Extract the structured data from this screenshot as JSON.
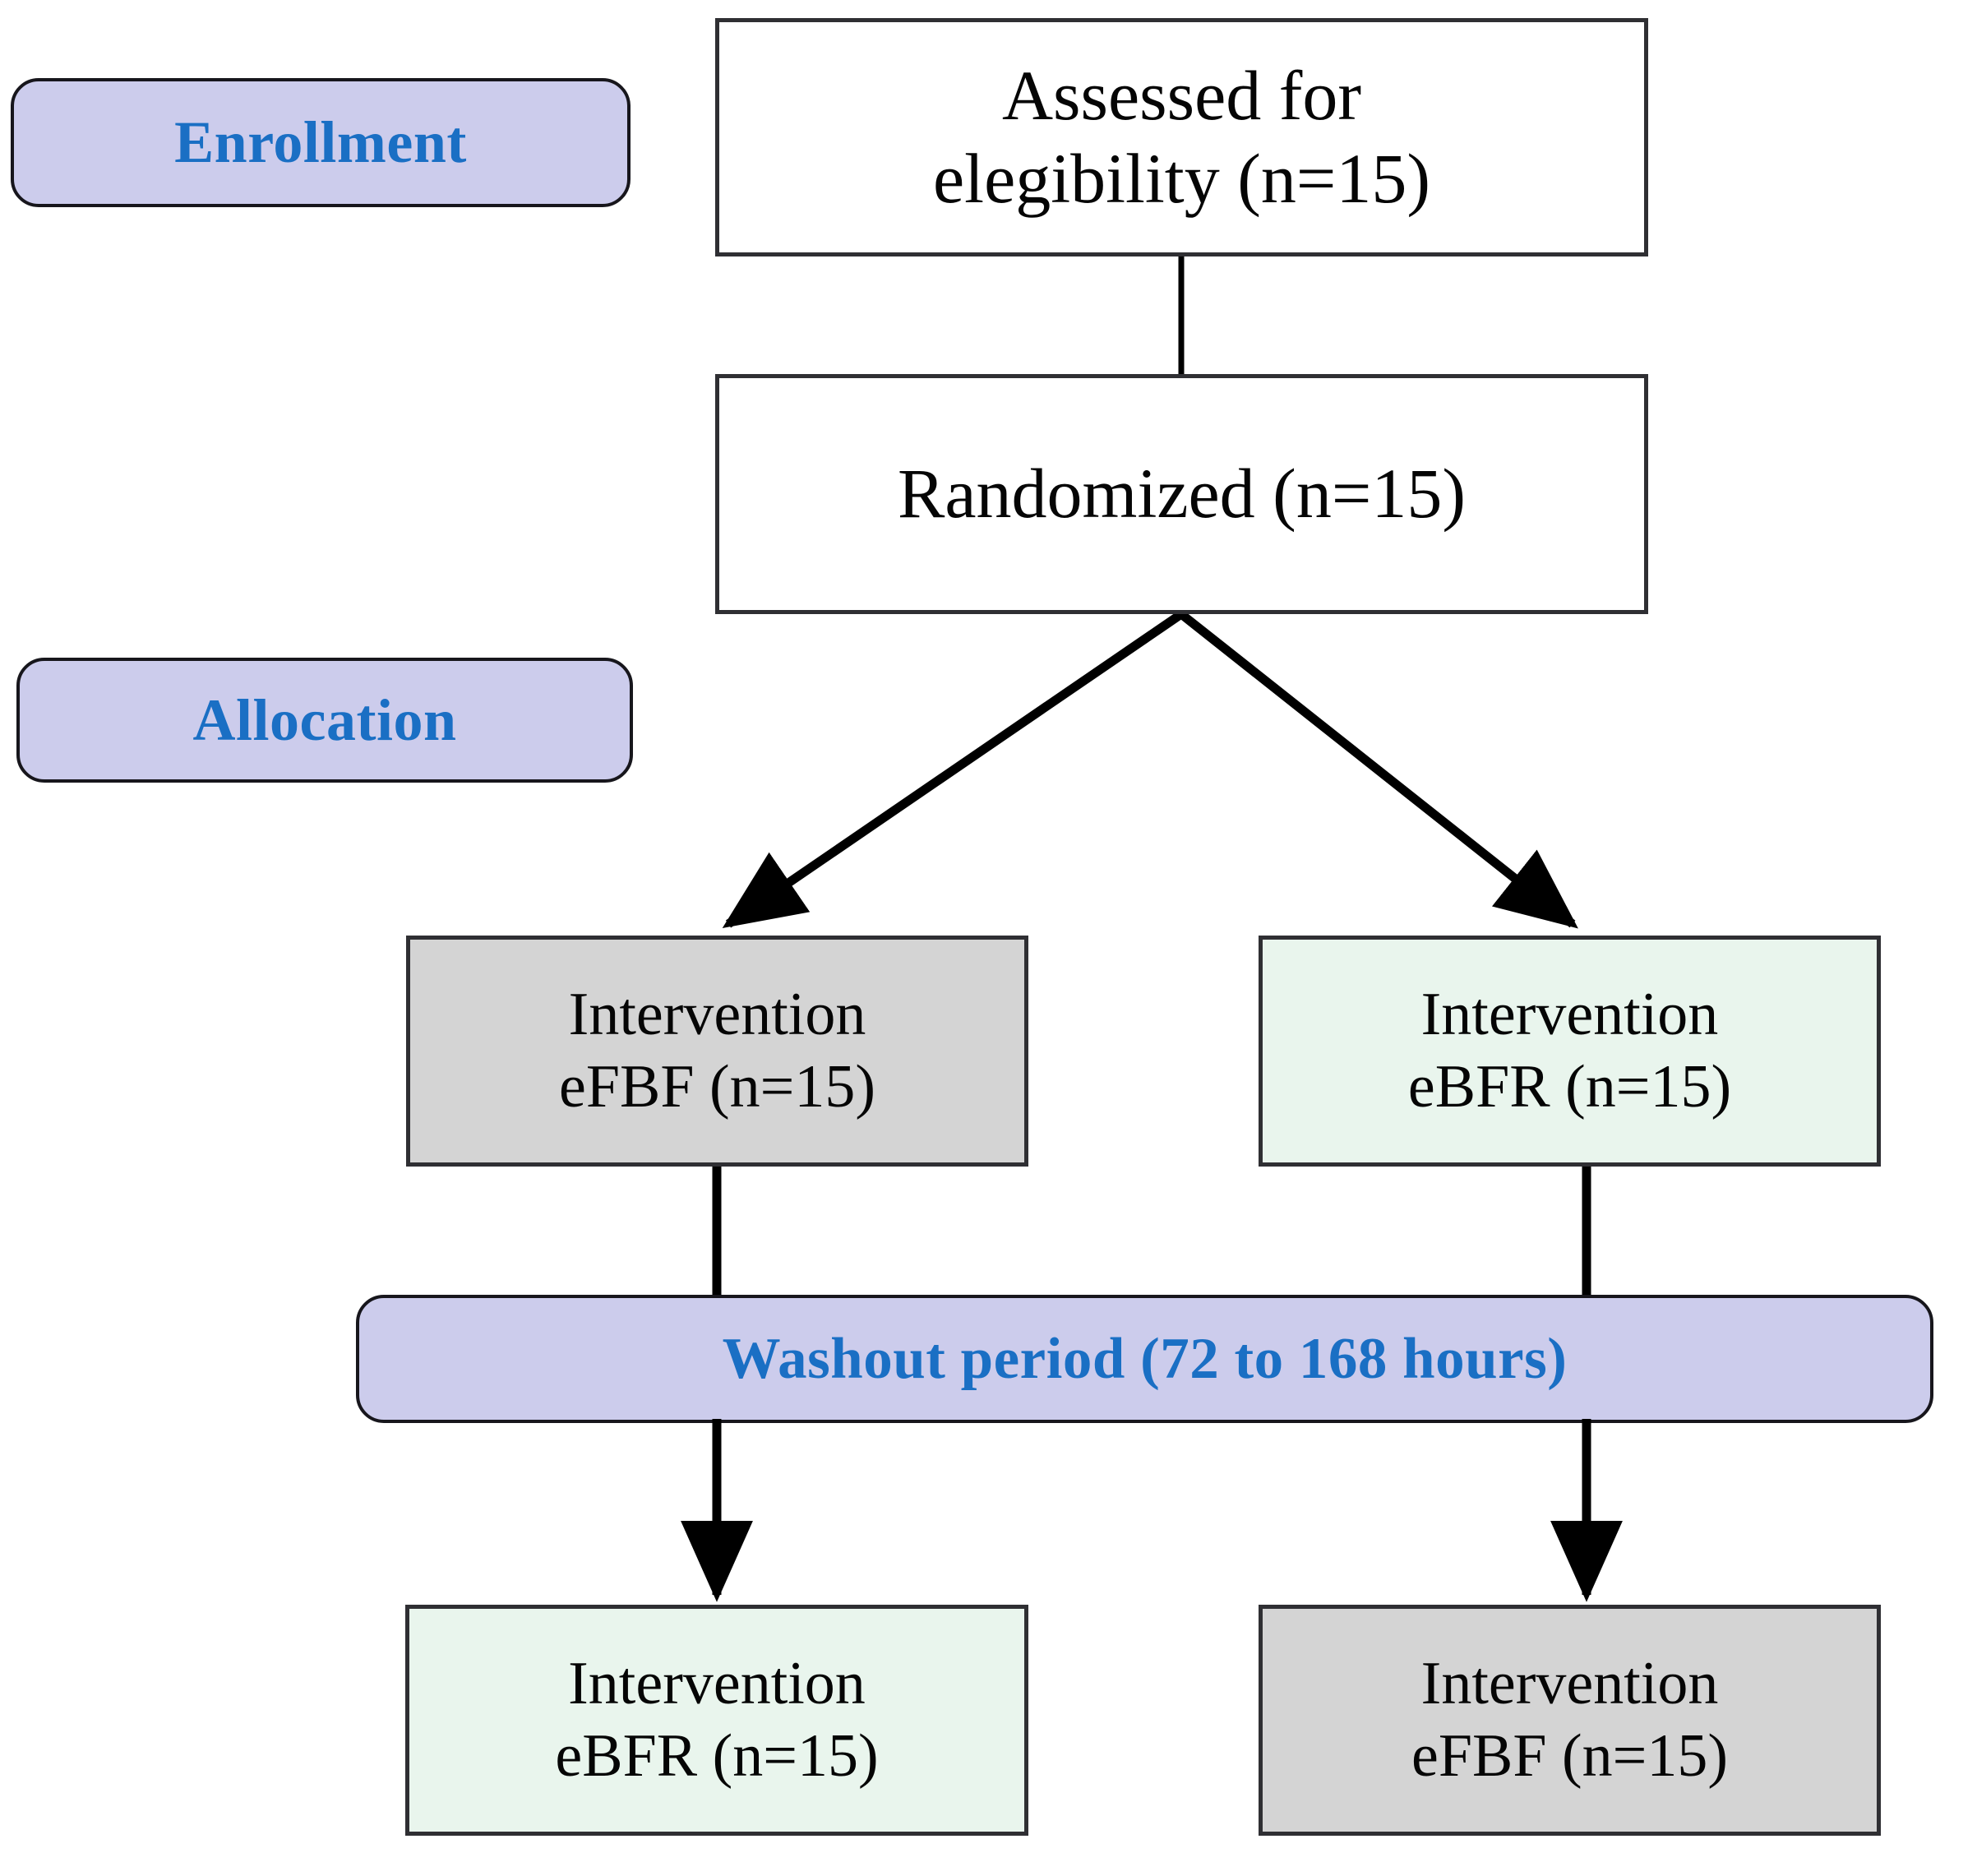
{
  "diagram": {
    "type": "consort-flow-diagram",
    "title_text": "",
    "colors": {
      "stage_pill_fill": "#ccccec",
      "stage_pill_border": "#17161c",
      "stage_pill_text": "#1a6fc4",
      "box_border": "#2f2f33",
      "box_fill_white": "#ffffff",
      "box_fill_gray": "#d4d4d4",
      "box_fill_mint": "#e9f5ed",
      "connector": "#000000"
    }
  },
  "stages": {
    "enrollment_label": "Enrollment",
    "allocation_label": "Allocation",
    "washout_label": "Washout period (72 to 168 hours)"
  },
  "nodes": {
    "assessed": {
      "line1": "Assessed for",
      "line2": "elegibility (n=15)"
    },
    "randomized": {
      "line1": "Randomized (n=15)"
    },
    "intervention_efbf_top": {
      "line1": "Intervention",
      "line2": "eFBF (n=15)"
    },
    "intervention_ebfr_top": {
      "line1": "Intervention",
      "line2": "eBFR (n=15)"
    },
    "intervention_ebfr_bottom": {
      "line1": "Intervention",
      "line2": "eBFR (n=15)"
    },
    "intervention_efbf_bottom": {
      "line1": "Intervention",
      "line2": "eFBF (n=15)"
    }
  },
  "connectors": [
    {
      "name": "assessed-to-randomized",
      "from": "assessed",
      "to": "randomized",
      "style": "plain-line"
    },
    {
      "name": "randomized-to-efbf-top",
      "from": "randomized",
      "to": "intervention_efbf_top",
      "style": "diagonal-arrow"
    },
    {
      "name": "randomized-to-ebfr-top",
      "from": "randomized",
      "to": "intervention_ebfr_top",
      "style": "diagonal-arrow"
    },
    {
      "name": "efbf-top-to-ebfr-bottom",
      "from": "intervention_efbf_top",
      "to": "intervention_ebfr_bottom",
      "style": "vertical-arrow-through-washout"
    },
    {
      "name": "ebfr-top-to-efbf-bottom",
      "from": "intervention_ebfr_top",
      "to": "intervention_efbf_bottom",
      "style": "vertical-arrow-through-washout"
    }
  ]
}
